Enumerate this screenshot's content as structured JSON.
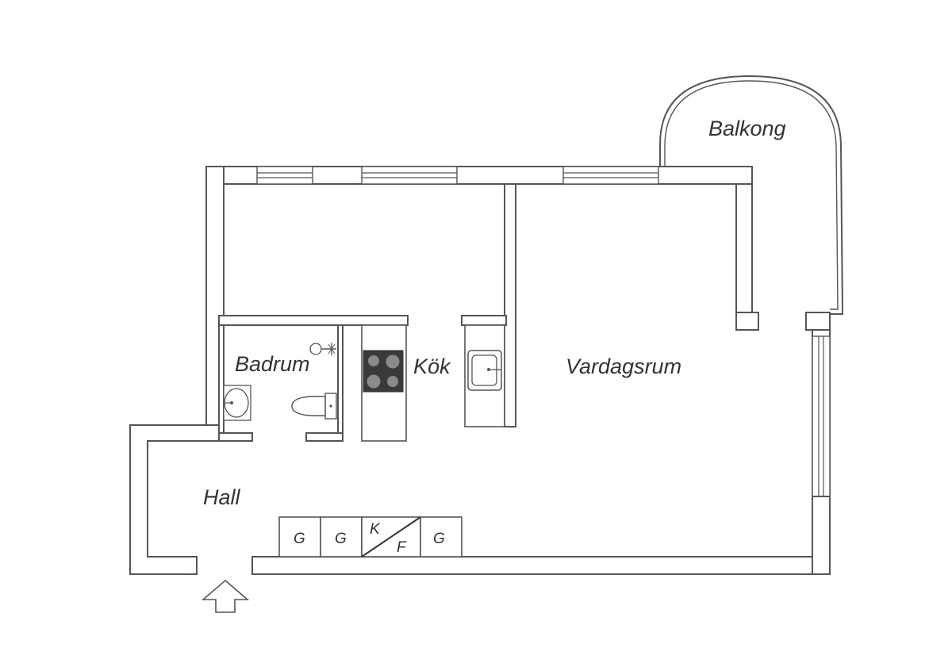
{
  "rooms": {
    "balcony": "Balkong",
    "bathroom": "Badrum",
    "kitchen": "Kök",
    "living_room": "Vardagsrum",
    "hall": "Hall"
  },
  "closets": {
    "c1": "G",
    "c2": "G",
    "c3_top": "K",
    "c3_bottom": "F",
    "c4": "G"
  },
  "colors": {
    "wall_stroke": "#555555",
    "stove": "#3a3a3a",
    "background": "#ffffff"
  }
}
